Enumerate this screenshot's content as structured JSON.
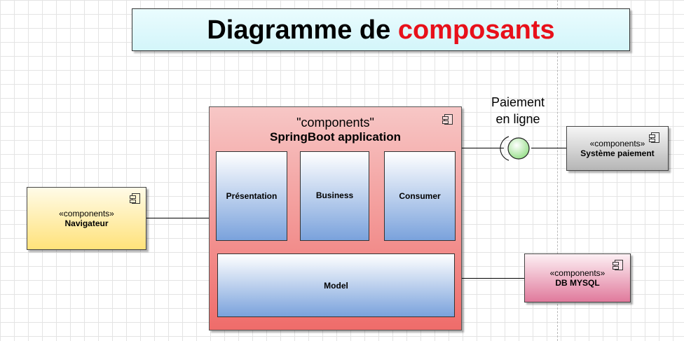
{
  "title": {
    "main": "Diagramme de ",
    "accent": "composants"
  },
  "app": {
    "stereotype": "\"components\"",
    "name": "SpringBoot application"
  },
  "layers": {
    "presentation": "Présentation",
    "business": "Business",
    "consumer": "Consumer",
    "model": "Model"
  },
  "navigator": {
    "stereotype": "«components»",
    "name": "Navigateur"
  },
  "payment_system": {
    "stereotype": "«components»",
    "name": "Système paiement"
  },
  "database": {
    "stereotype": "«components»",
    "name": "DB MYSQL"
  },
  "interface": {
    "line1": "Paiement",
    "line2": "en ligne"
  },
  "colors": {
    "title_accent": "#e8101a",
    "app_fill": "#ef6c6a",
    "layer_fill": "#7aa2dc",
    "navigator_fill": "#ffe27a",
    "payment_fill": "#b5b5b5",
    "database_fill": "#e07a9c",
    "interface_fill": "#9be08e"
  },
  "icons": [
    "component-icon",
    "interface-lollipop-icon"
  ]
}
